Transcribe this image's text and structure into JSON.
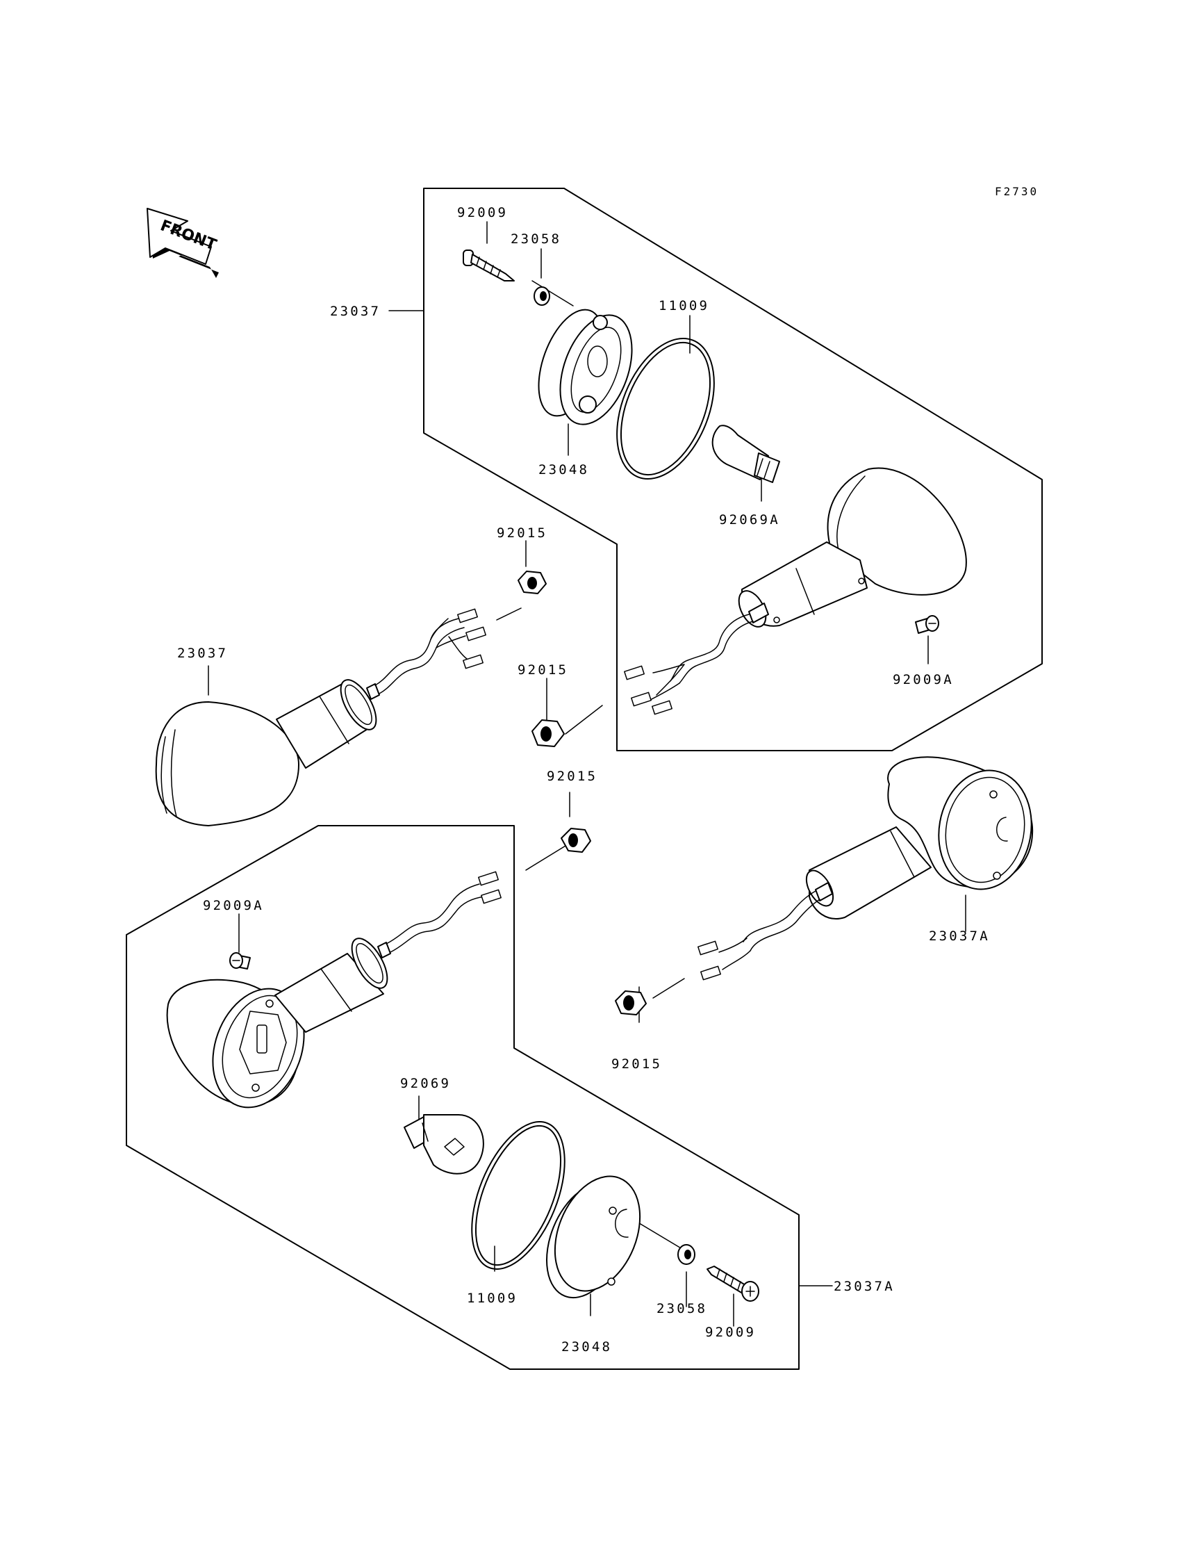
{
  "figure": {
    "code": "F2730",
    "front_arrow_text": "FRONT"
  },
  "labels": {
    "screw_top": "92009",
    "washer_top": "23058",
    "top_assembly": "23037",
    "oring_top": "11009",
    "lens_top": "23048",
    "bulb_top": "92069A",
    "nut_upper": "92015",
    "left_lamp": "23037",
    "nut_middle": "92015",
    "screw_top_right": "92009A",
    "nut_center": "92015",
    "screw_left": "92009A",
    "right_lamp": "23037A",
    "nut_lower": "92015",
    "bulb_bottom": "92069",
    "bottom_assembly": "23037A",
    "oring_bottom": "11009",
    "washer_bottom": "23058",
    "screw_bottom": "92009",
    "lens_bottom": "23048"
  }
}
